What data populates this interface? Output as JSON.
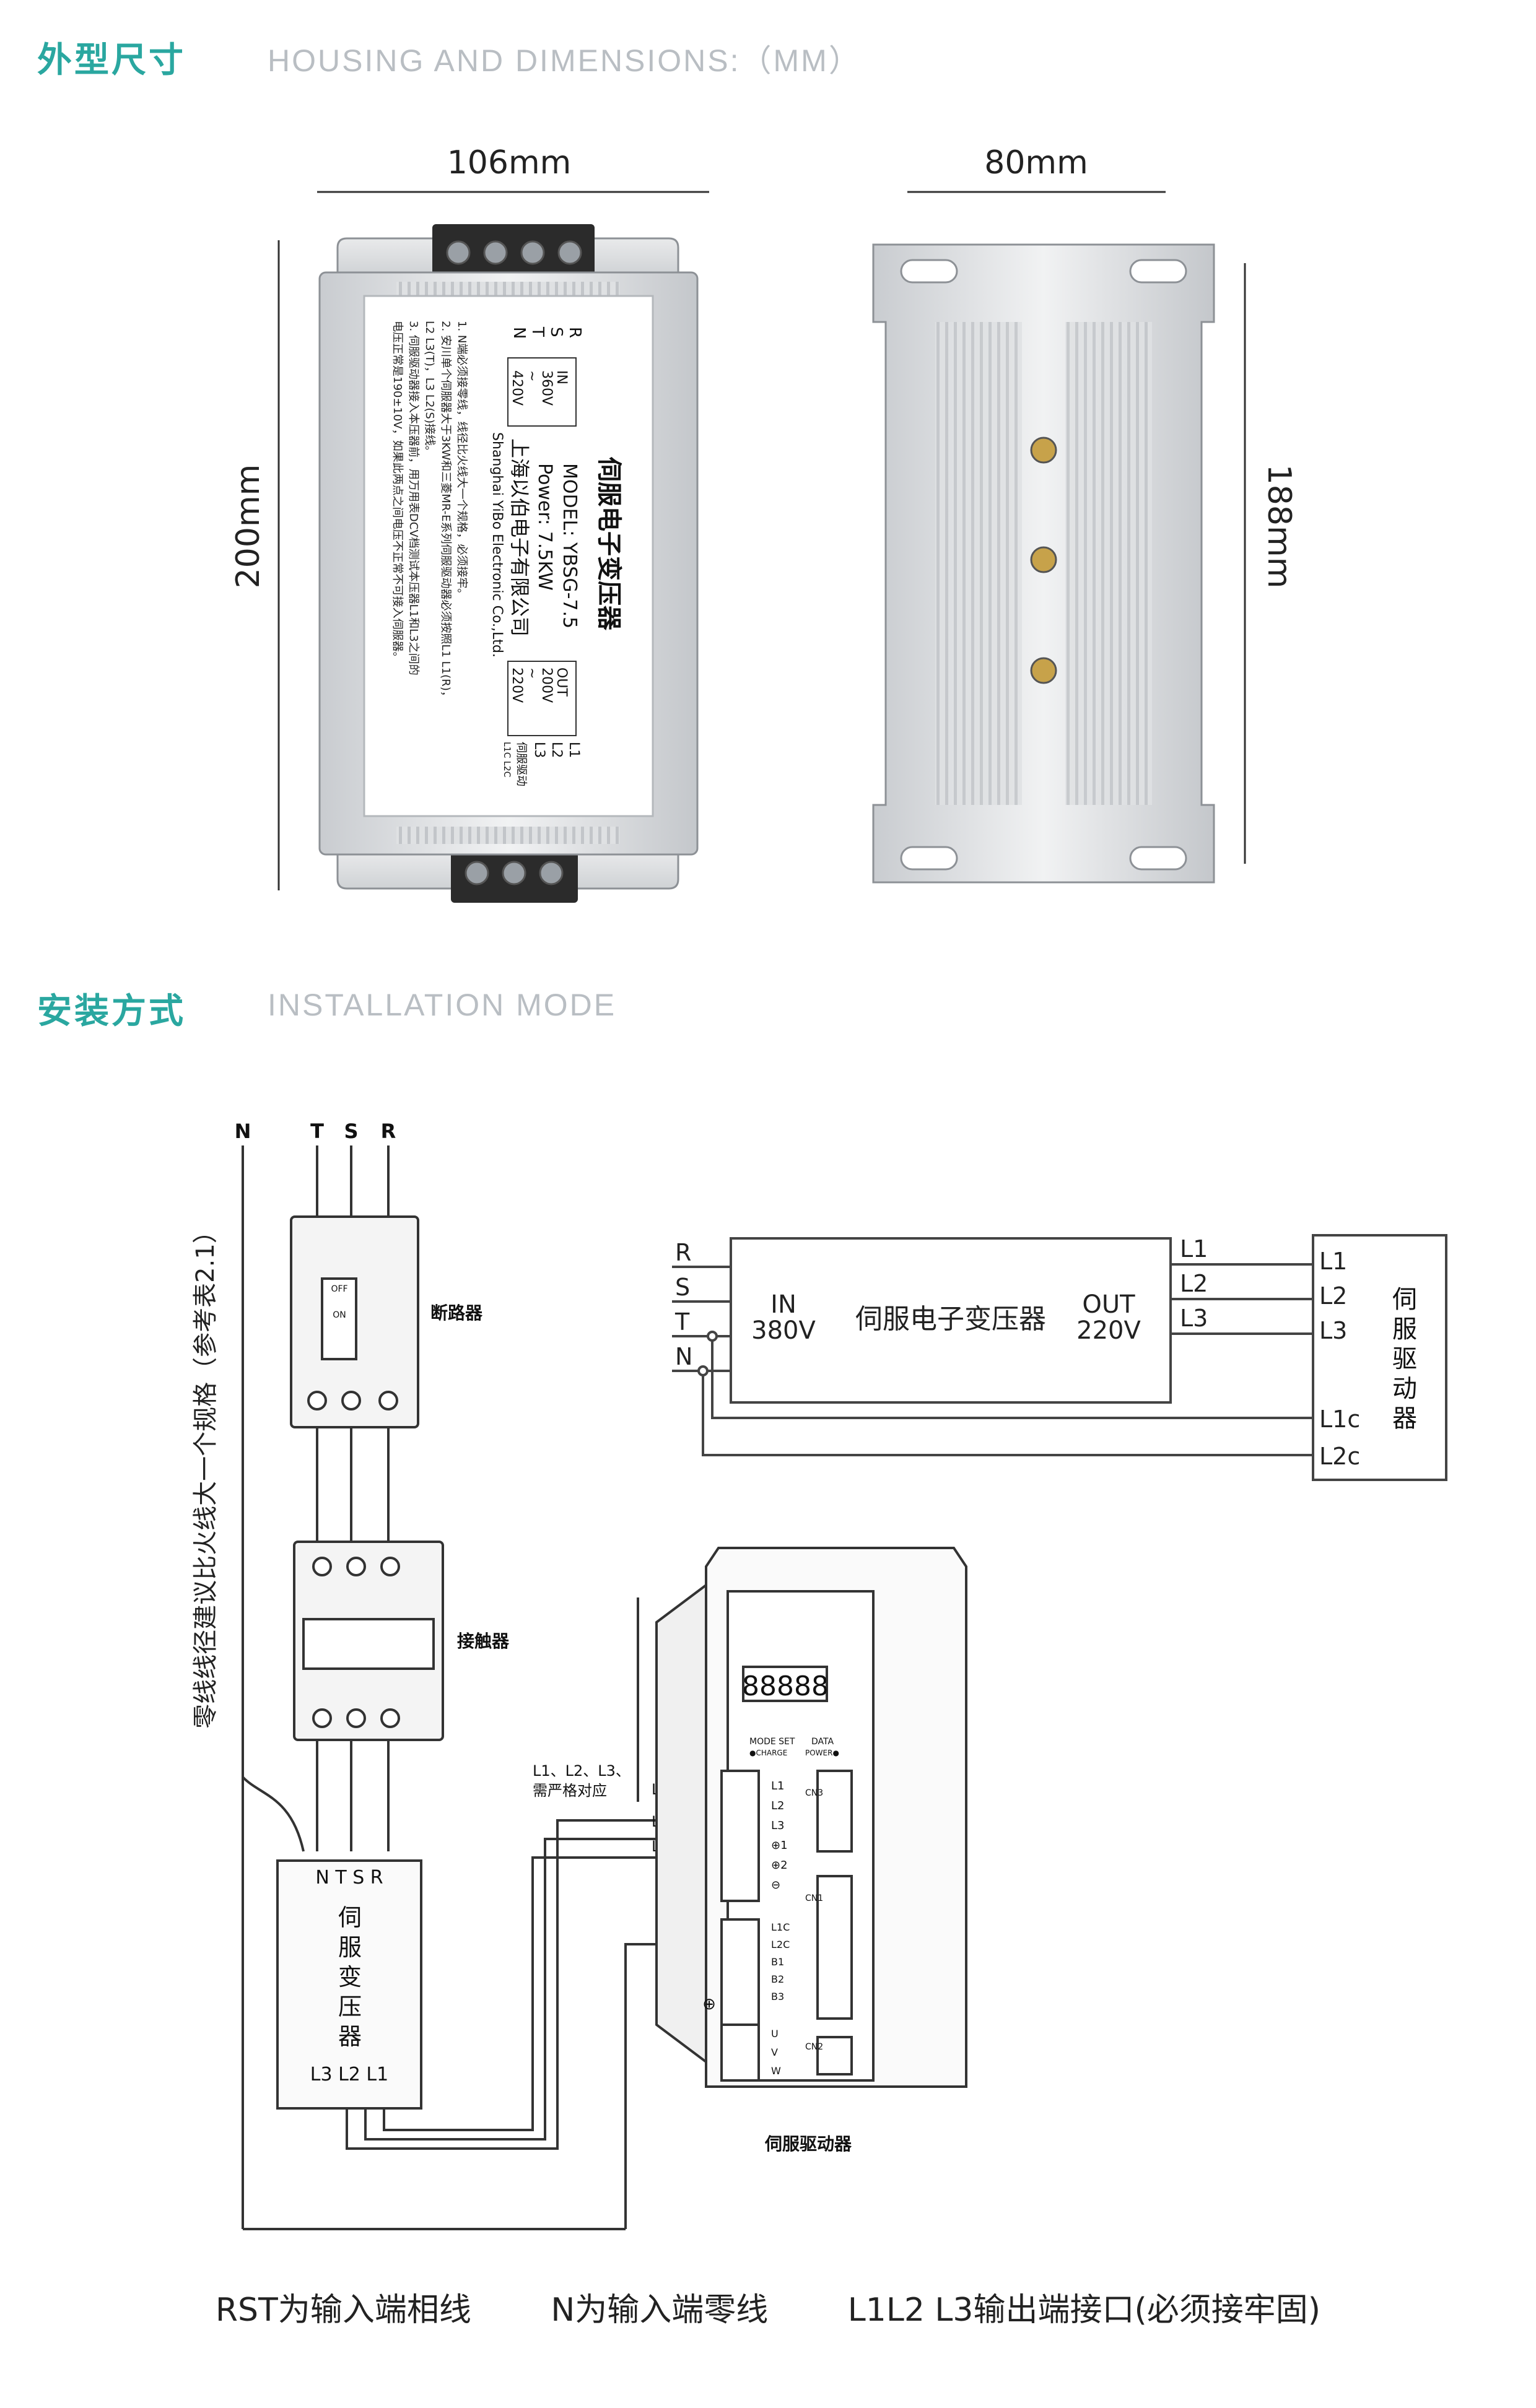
{
  "section1": {
    "title": "外型尺寸",
    "subtitle": "HOUSING AND DIMENSIONS:（MM）"
  },
  "dims": {
    "front_width": "106mm",
    "front_height": "200mm",
    "side_width": "80mm",
    "side_height": "188mm"
  },
  "label": {
    "title": "伺服电子变压器",
    "model": "MODEL:  YBSG-7.5",
    "power": "Power:  7.5KW",
    "company_cn": "上海以伯电子有限公司",
    "company_en": "Shanghai YiBo Electronic Co.,Ltd.",
    "in_terms": [
      "R",
      "S",
      "T",
      "N"
    ],
    "in_label": "IN",
    "in_v1": "360V",
    "in_tilde": "~",
    "in_v2": "420V",
    "out_label": "OUT",
    "out_v1": "200V",
    "out_tilde": "~",
    "out_v2": "220V",
    "out_terms": [
      "L1",
      "L2",
      "L3"
    ],
    "servo_vertical": "伺服驱动",
    "ctrl_vertical": "L1C L2C",
    "notes": [
      "1. N端必须接零线，线径比火线大一个规格，必须接牢。",
      "2. 安川单个伺服器大于3KW和三菱MR-E系列伺服驱动器必须按照L1 L1(R)，",
      "   L2 L3(T)，L3 L2(S)接线。",
      "3. 伺服驱动器接入本压器前，用万用表DCV档测试本压器L1和L3之间的",
      "   电压正常是190±10V，如果此两点之间电压不正常不可接入伺服器。"
    ]
  },
  "section2": {
    "title": "安装方式",
    "subtitle": "INSTALLATION MODE"
  },
  "wiring": {
    "top_terms": [
      "N",
      "T",
      "S",
      "R"
    ],
    "breaker": "断路器",
    "breaker_off": "OFF",
    "breaker_on": "ON",
    "contactor": "接触器",
    "neutral_note": "零线线径建议比火线大一个规格（参考表2.1）",
    "transformer_vertical": "伺服变压器",
    "trans_in_terms": "N T S R",
    "trans_out_terms": "L3 L2 L1",
    "servo_drive": "伺服驱动器",
    "phase_note_1": "L1、L2、L3、",
    "phase_note_2": "需严格对应",
    "wire_labels": [
      "L1",
      "L2",
      "L3"
    ],
    "drive_display": "88888",
    "drive_mode": "MODE SET",
    "drive_data": "DATA",
    "drive_charge": "●CHARGE",
    "drive_power": "POWER●",
    "drive_terms_main": [
      "L1",
      "L2",
      "L3",
      "⊕1",
      "⊕2",
      "⊖"
    ],
    "drive_terms_ctrl": [
      "L1C",
      "L2C",
      "B1",
      "B2",
      "B3"
    ],
    "drive_terms_motor": [
      "U",
      "V",
      "W"
    ],
    "drive_cn3": "CN3",
    "drive_cn1": "CN1",
    "drive_cn2": "CN2",
    "ground_symbol": "⊕"
  },
  "schematic": {
    "inputs": [
      "R",
      "S",
      "T",
      "N"
    ],
    "in_label": "IN",
    "in_voltage": "380V",
    "title": "伺服电子变压器",
    "out_label": "OUT",
    "out_voltage": "220V",
    "outputs": [
      "L1",
      "L2",
      "L3"
    ],
    "drive_terms": [
      "L1",
      "L2",
      "L3",
      "L1c",
      "L2c"
    ],
    "drive_vertical": "伺服驱动器"
  },
  "footer": {
    "note1": "RST为输入端相线",
    "note2": "N为输入端零线",
    "note3": "L1L2 L3输出端接口(必须接牢固)"
  }
}
